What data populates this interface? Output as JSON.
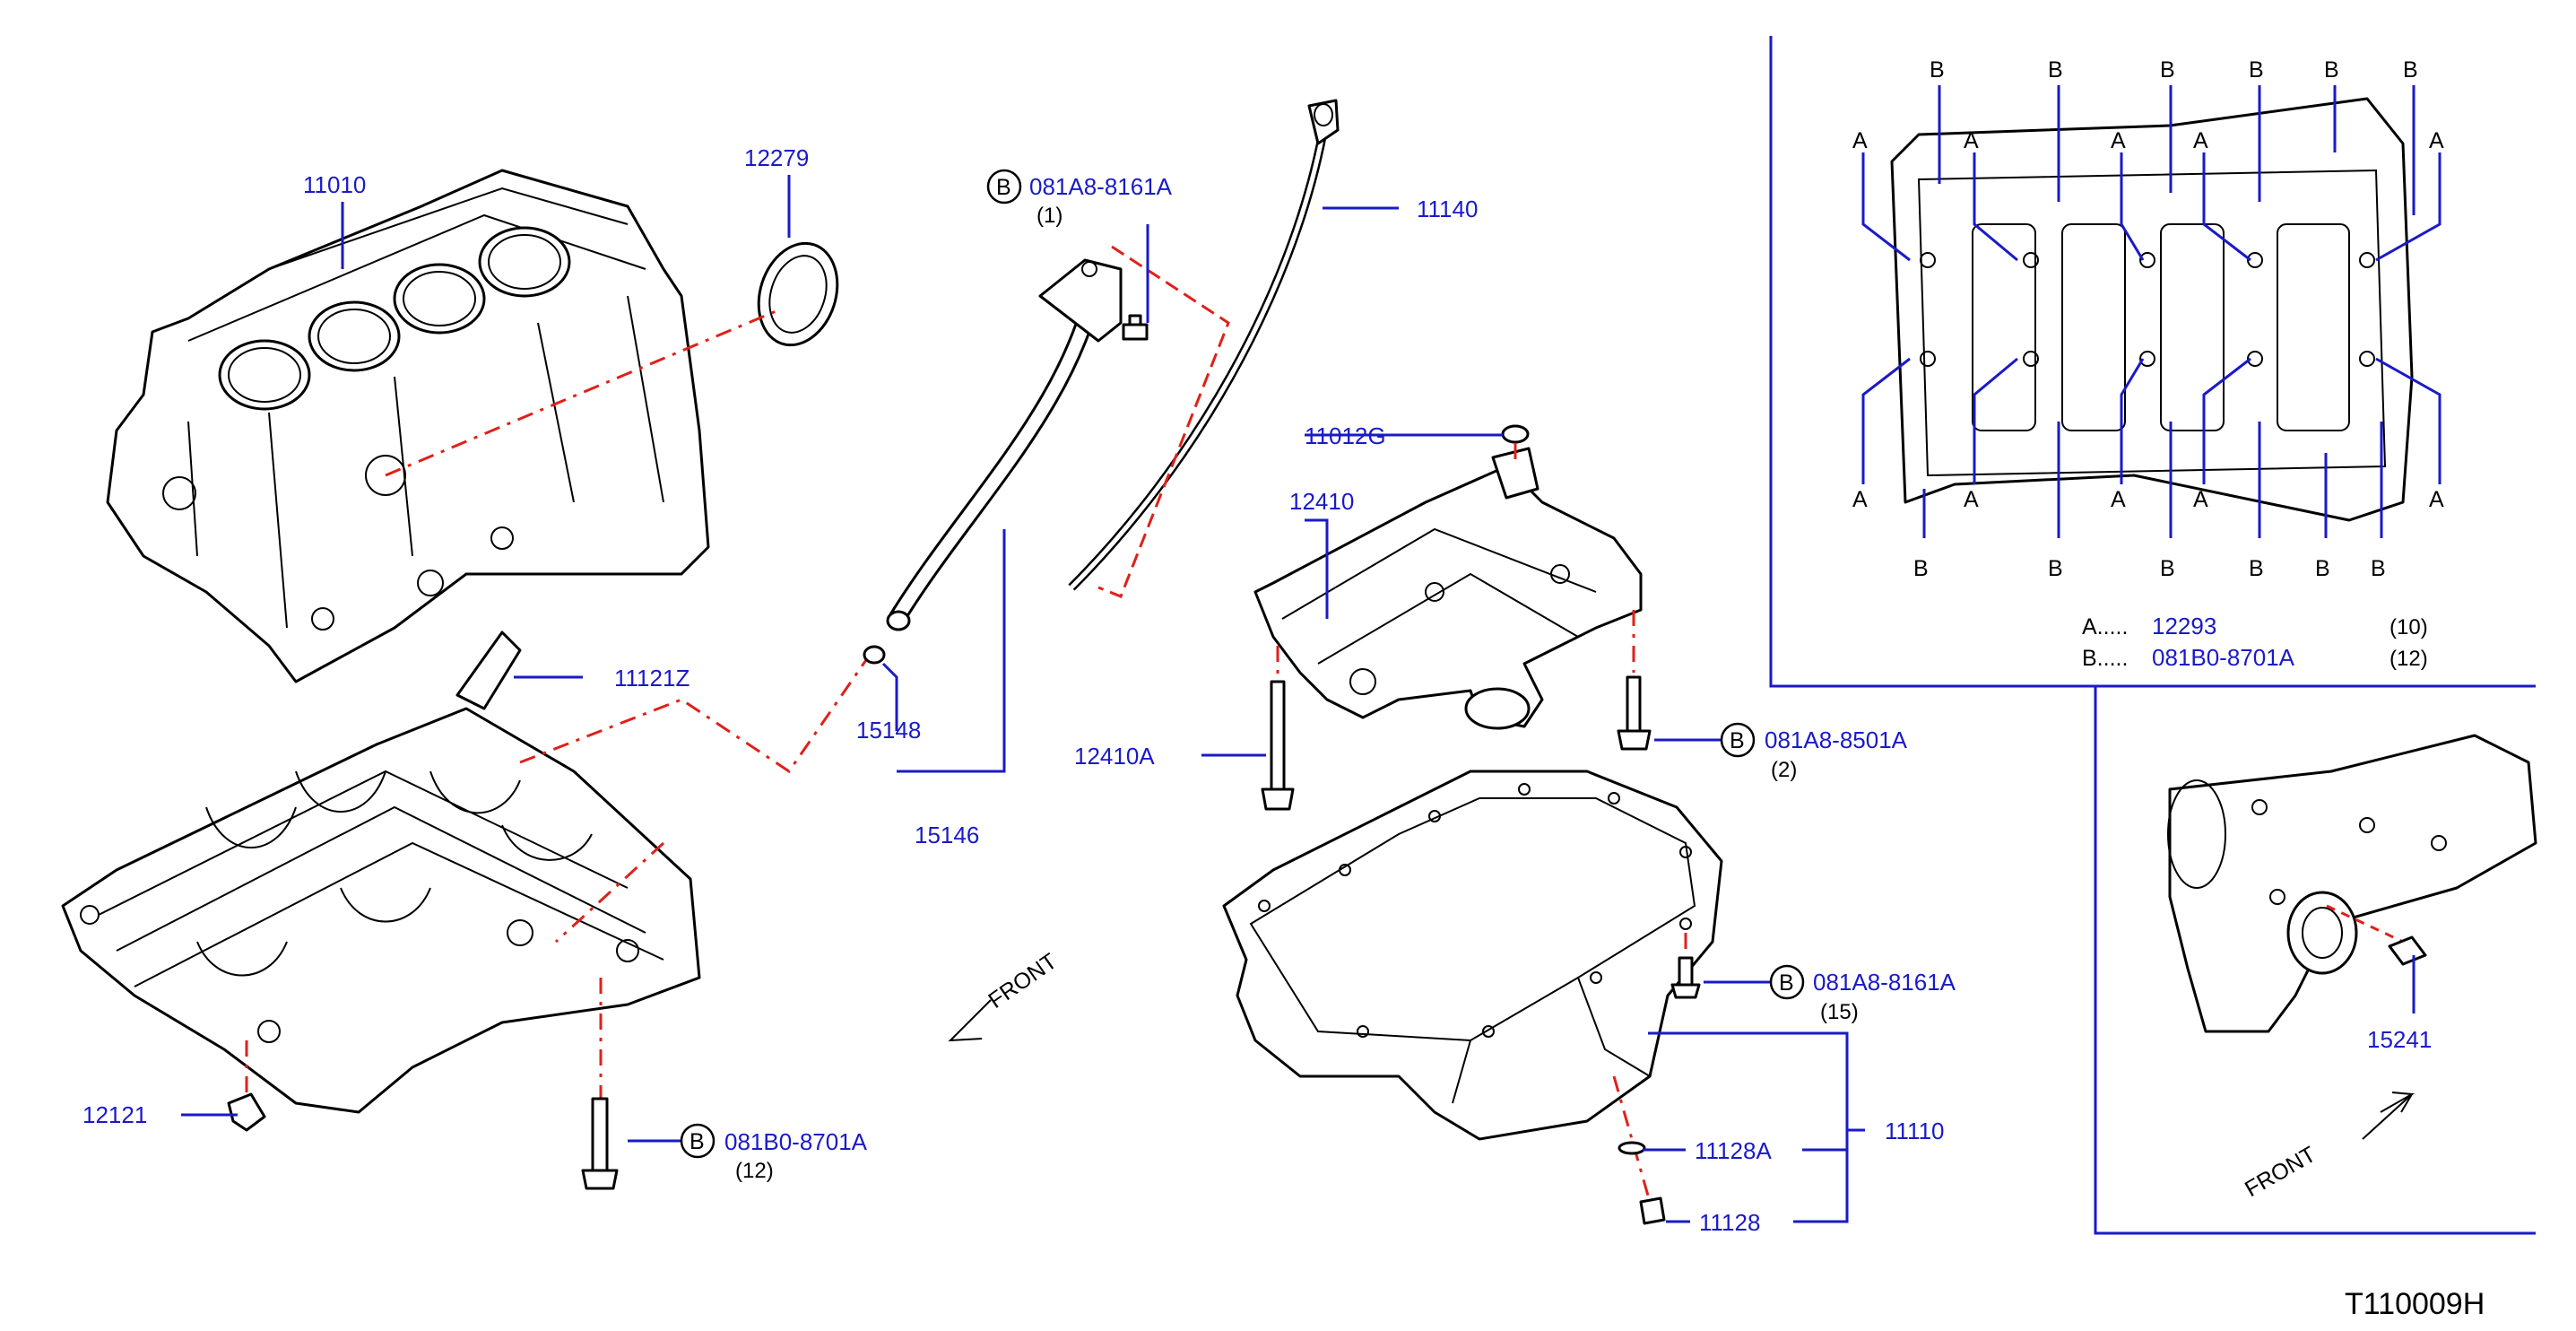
{
  "parts": {
    "p11010": "11010",
    "p12279": "12279",
    "p11121Z": "11121Z",
    "p12121": "12121",
    "p081A8_8161A_top": "081A8-8161A",
    "p081A8_8161A_top_qty": "(1)",
    "p11140": "11140",
    "p15148": "15148",
    "p15146": "15146",
    "p11012G": "11012G",
    "p12410": "12410",
    "p12410A": "12410A",
    "p081A8_8501A": "081A8-8501A",
    "p081A8_8501A_qty": "(2)",
    "p081A8_8161A_pan": "081A8-8161A",
    "p081A8_8161A_pan_qty": "(15)",
    "p11110": "11110",
    "p11128A": "11128A",
    "p11128": "11128",
    "p081B0_8701A": "081B0-8701A",
    "p081B0_8701A_qty": "(12)",
    "p15241": "15241"
  },
  "markers": {
    "b": "B",
    "a": "A"
  },
  "legend": {
    "a_prefix": "A.....",
    "a_part": "12293",
    "a_qty": "(10)",
    "b_prefix": "B.....",
    "b_part": "081B0-8701A",
    "b_qty": "(12)"
  },
  "front_label": "FRONT",
  "diagram_code": "T110009H"
}
